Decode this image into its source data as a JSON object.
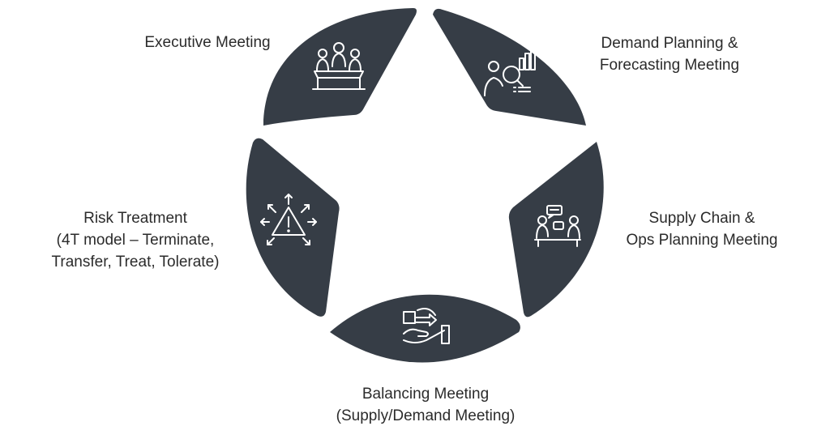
{
  "colors": {
    "segment": "#363d46",
    "icon_stroke": "#ffffff",
    "text": "#2b2b2b",
    "background": "#ffffff"
  },
  "segments": [
    {
      "icon": "meeting-table-icon",
      "label_lines": [
        "Executive Meeting"
      ]
    },
    {
      "icon": "analytics-chart-magnifier-icon",
      "label_lines": [
        "Demand Planning &",
        "Forecasting Meeting"
      ]
    },
    {
      "icon": "team-discussion-icon",
      "label_lines": [
        "Supply Chain &",
        "Ops Planning Meeting"
      ]
    },
    {
      "icon": "hand-process-icon",
      "label_lines": [
        "Balancing Meeting",
        "(Supply/Demand Meeting)"
      ]
    },
    {
      "icon": "risk-warning-arrows-icon",
      "label_lines": [
        "Risk Treatment",
        "(4T model – Terminate,",
        "Transfer, Treat, Tolerate)"
      ]
    }
  ]
}
